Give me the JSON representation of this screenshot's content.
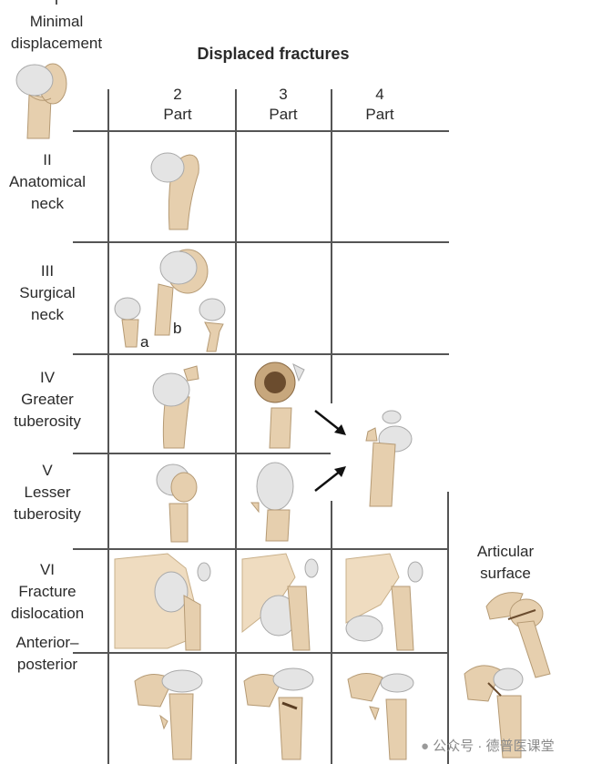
{
  "header": {
    "title": "Displaced fractures",
    "columns": [
      "2\nPart",
      "3\nPart",
      "4\nPart"
    ]
  },
  "rows": {
    "minimal": "I\nMinimal\ndisplacement",
    "anatomical_neck": "II\nAnatomical\nneck",
    "surgical_neck": "III\nSurgical\nneck",
    "greater_tuberosity": "IV\nGreater\ntuberosity",
    "lesser_tuberosity": "V\nLesser\ntuberosity",
    "fracture_dislocation": "VI\nFracture\ndislocation",
    "anterior_posterior": "Anterior–\nposterior"
  },
  "labels": {
    "a": "a",
    "b": "b",
    "articular": "Articular\nsurface"
  },
  "watermark": "公众号 · 德普医课堂",
  "colors": {
    "bone": "#e6cfae",
    "bone_stroke": "#b59a74",
    "head": "#e4e4e4",
    "head_stroke": "#a9a9a9",
    "grid": "#555555"
  }
}
